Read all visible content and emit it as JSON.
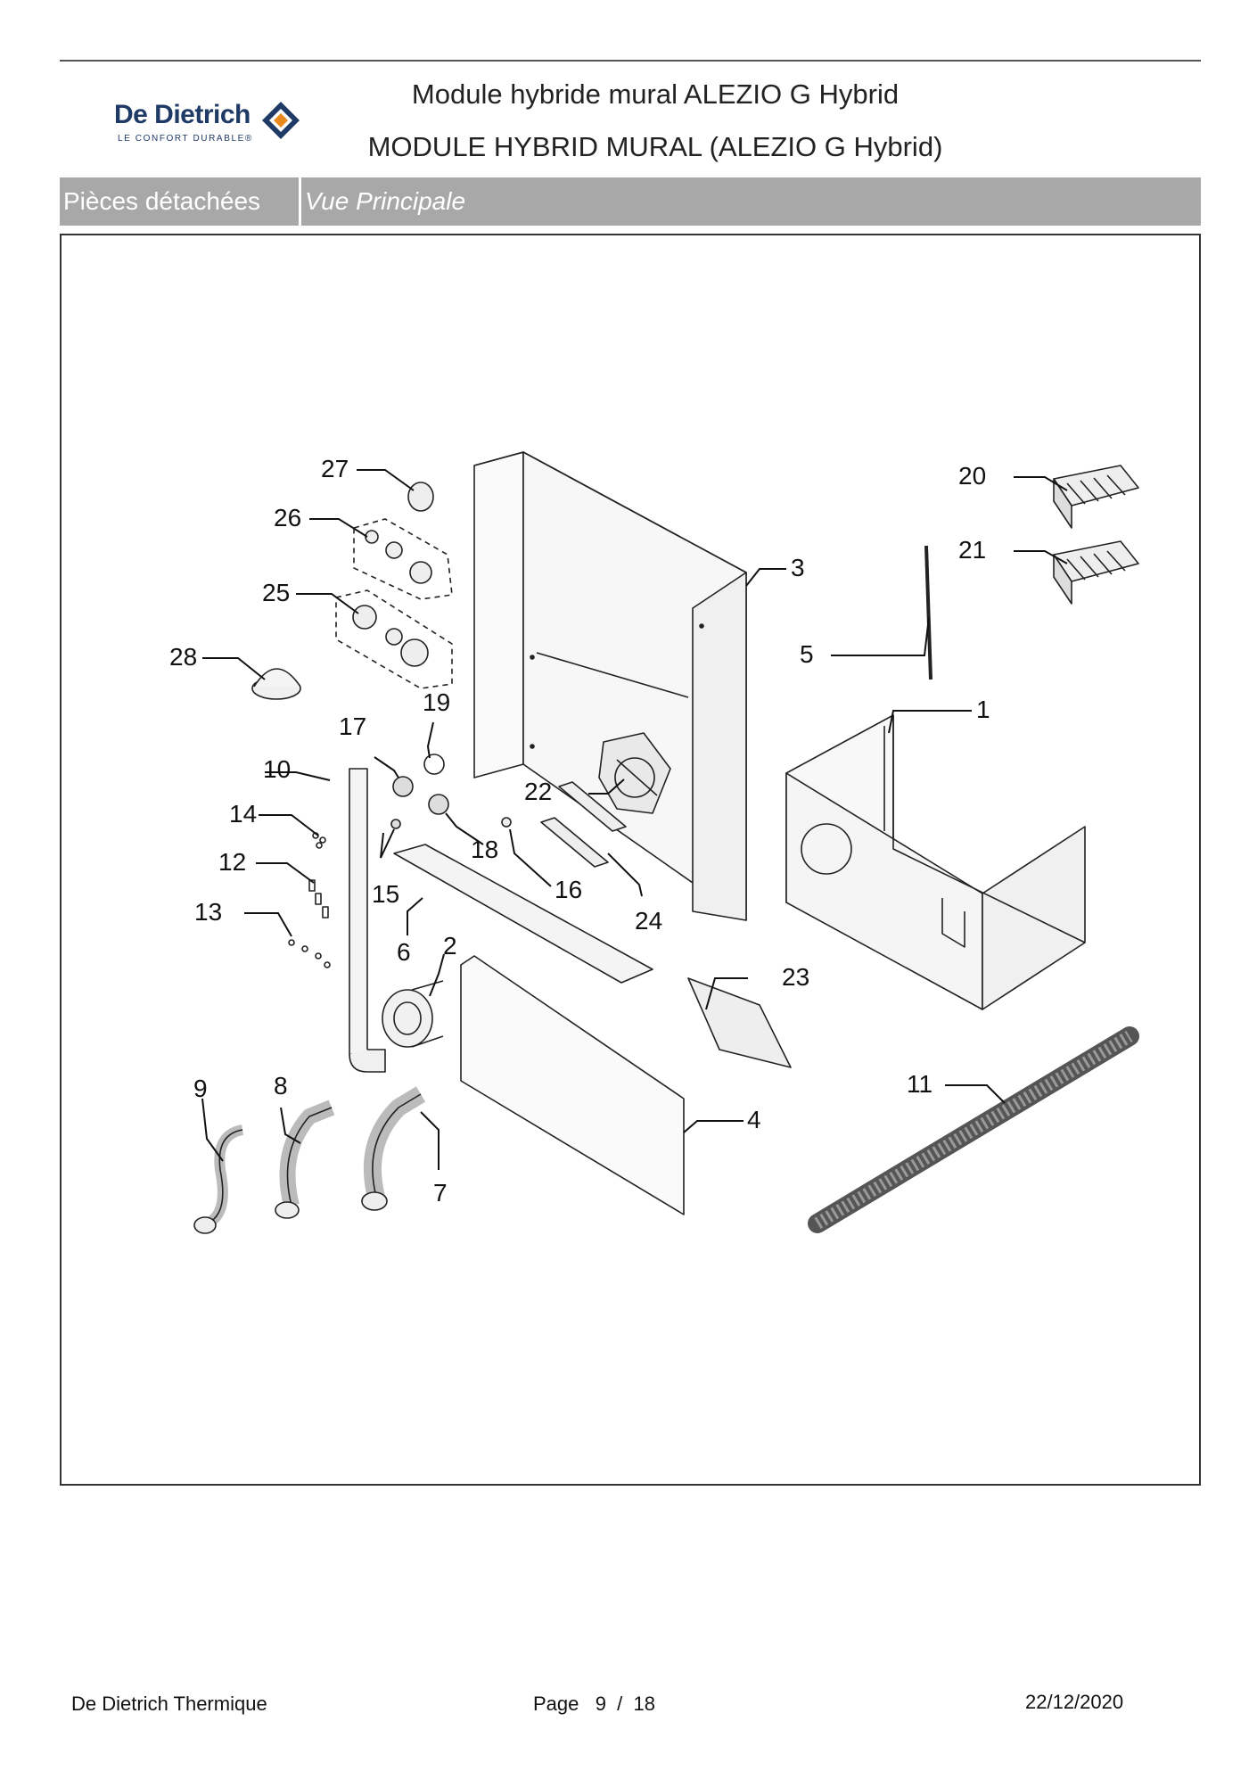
{
  "brand": {
    "name": "De Dietrich",
    "tagline": "LE CONFORT DURABLE®"
  },
  "header": {
    "title_line1": "Module hybride mural ALEZIO G Hybrid",
    "title_line2": "MODULE HYBRID MURAL (ALEZIO G Hybrid)"
  },
  "section": {
    "category": "Pièces détachées",
    "view": "Vue Principale"
  },
  "diagram": {
    "callouts": [
      "1",
      "2",
      "3",
      "4",
      "5",
      "6",
      "7",
      "8",
      "9",
      "10",
      "11",
      "12",
      "13",
      "14",
      "15",
      "16",
      "17",
      "18",
      "19",
      "20",
      "21",
      "22",
      "23",
      "24",
      "25",
      "26",
      "27",
      "28"
    ]
  },
  "footer": {
    "company": "De Dietrich Thermique",
    "page_label": "Page   9  /  18",
    "date": "22/12/2020"
  },
  "colors": {
    "brand_blue": "#1f3a66",
    "brand_orange": "#e8891d",
    "tab_gray": "#a8a8a8"
  }
}
